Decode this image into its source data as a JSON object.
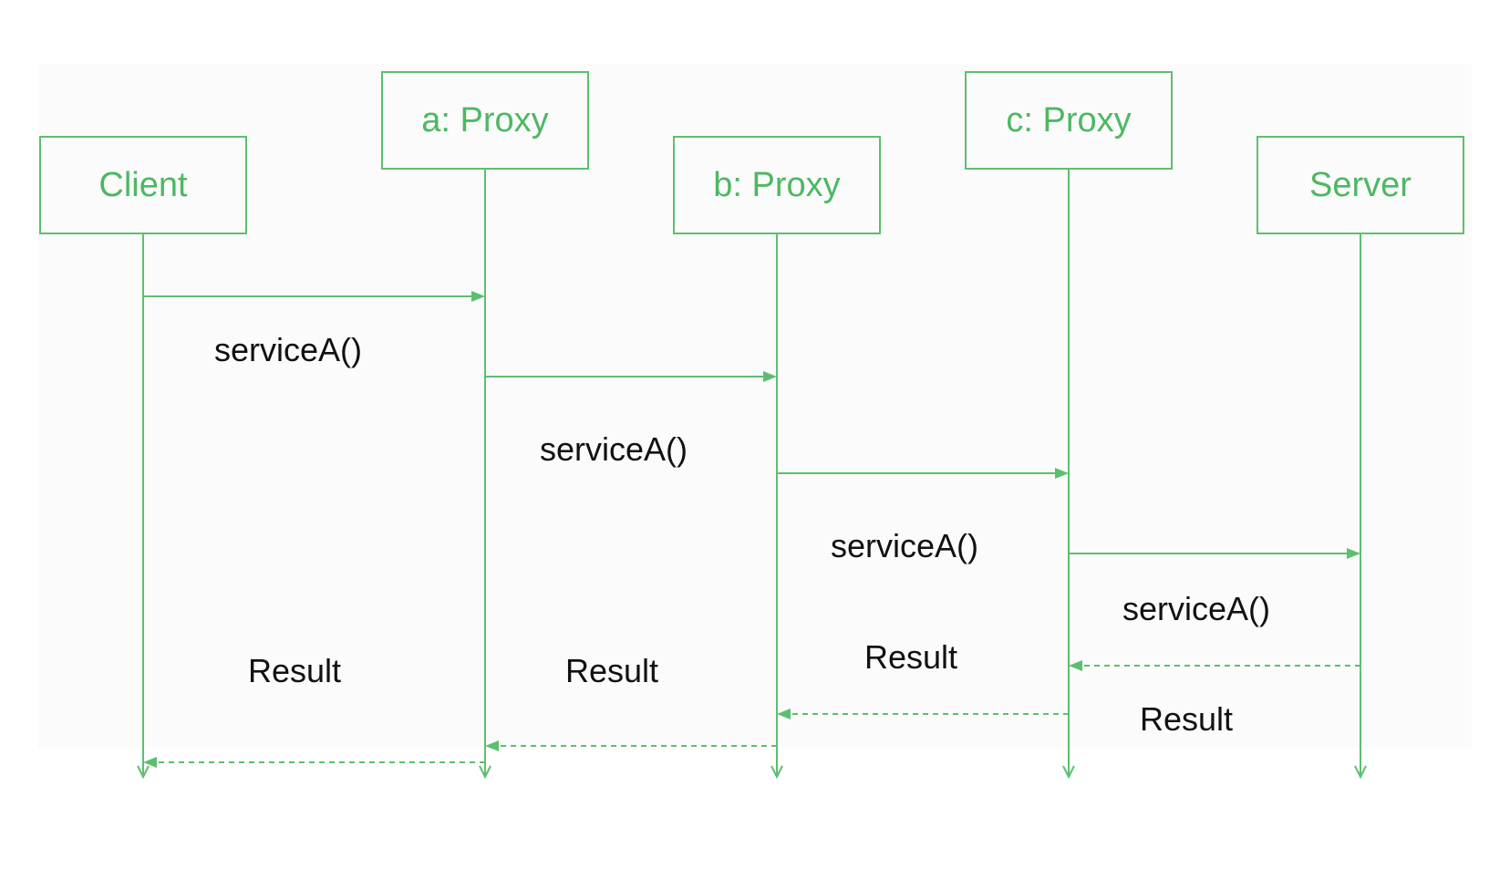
{
  "participants": [
    {
      "id": "client",
      "label": "Client"
    },
    {
      "id": "a",
      "label": "a: Proxy"
    },
    {
      "id": "b",
      "label": "b: Proxy"
    },
    {
      "id": "c",
      "label": "c: Proxy"
    },
    {
      "id": "server",
      "label": "Server"
    }
  ],
  "calls": [
    {
      "from": "client",
      "to": "a",
      "label": "serviceA()"
    },
    {
      "from": "a",
      "to": "b",
      "label": "serviceA()"
    },
    {
      "from": "b",
      "to": "c",
      "label": "serviceA()"
    },
    {
      "from": "c",
      "to": "server",
      "label": "serviceA()"
    }
  ],
  "returns": [
    {
      "from": "server",
      "to": "c",
      "label": "Result"
    },
    {
      "from": "c",
      "to": "b",
      "label": "Result"
    },
    {
      "from": "b",
      "to": "a",
      "label": "Result"
    },
    {
      "from": "a",
      "to": "client",
      "label": "Result"
    }
  ],
  "colors": {
    "accent": "#5cbf6f",
    "participant_text": "#4db863",
    "label_text": "#111111",
    "panel": "#fbfbfb"
  }
}
